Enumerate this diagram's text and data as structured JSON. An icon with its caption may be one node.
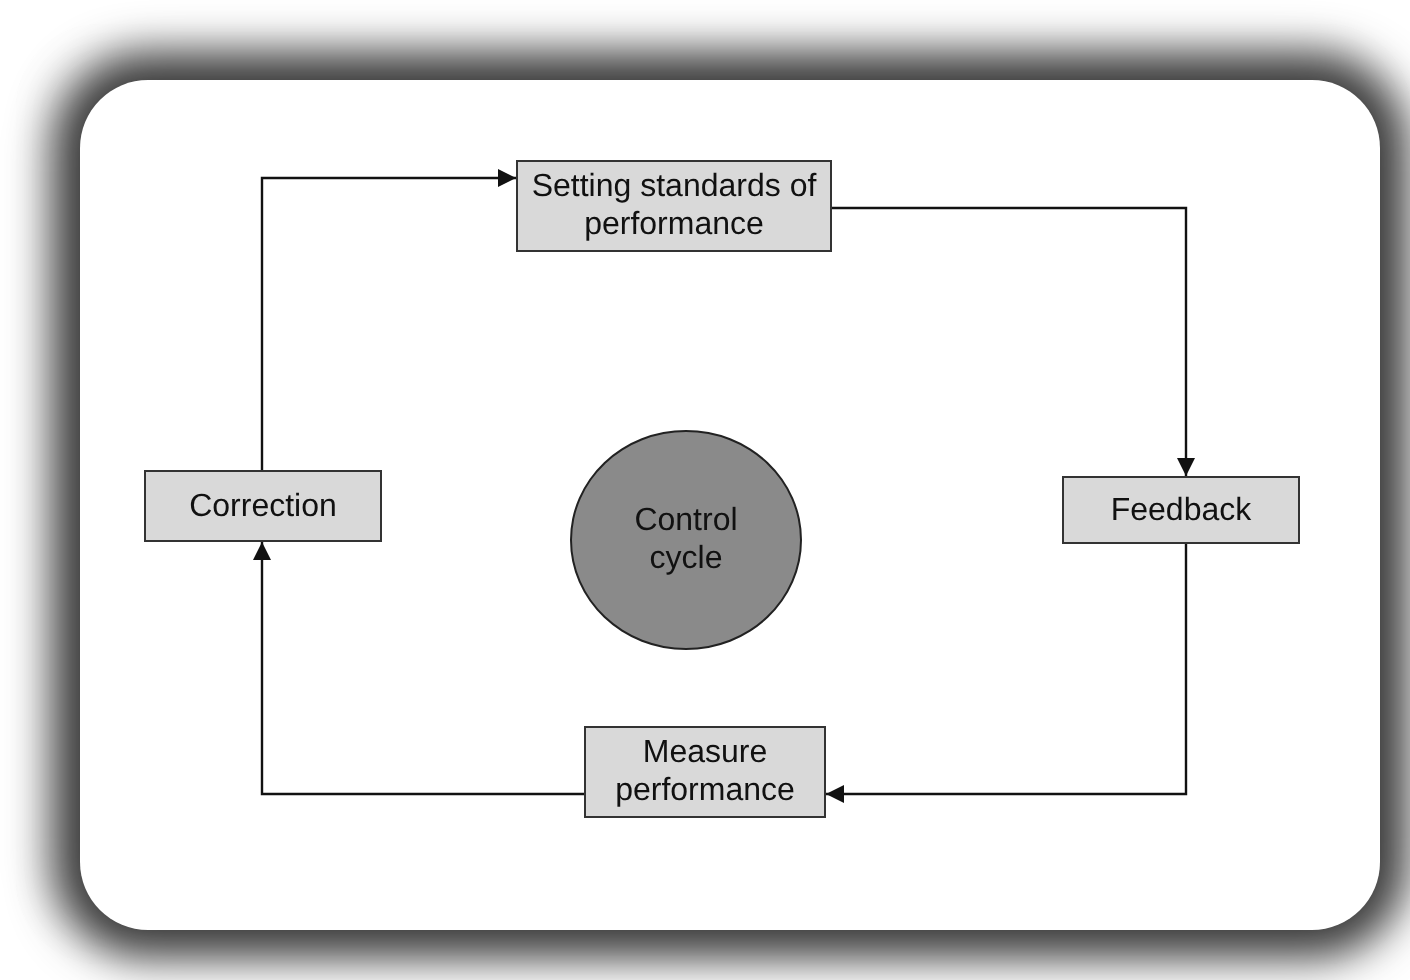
{
  "diagram": {
    "nodes": [
      {
        "text": [
          "Setting standards of performance"
        ]
      },
      {
        "text": [
          "Feedback"
        ]
      },
      {
        "text": [
          "Measure performance"
        ]
      },
      {
        "text": [
          "Correction"
        ]
      },
      {
        "text": [
          "Control cycle"
        ]
      }
    ],
    "edges": [
      {
        "from": 0,
        "to": 1,
        "arrow": "to"
      },
      {
        "from": 1,
        "to": 2,
        "arrow": "to"
      },
      {
        "from": 2,
        "to": 3,
        "arrow": "to"
      },
      {
        "from": 3,
        "to": 0,
        "arrow": "to"
      }
    ]
  }
}
